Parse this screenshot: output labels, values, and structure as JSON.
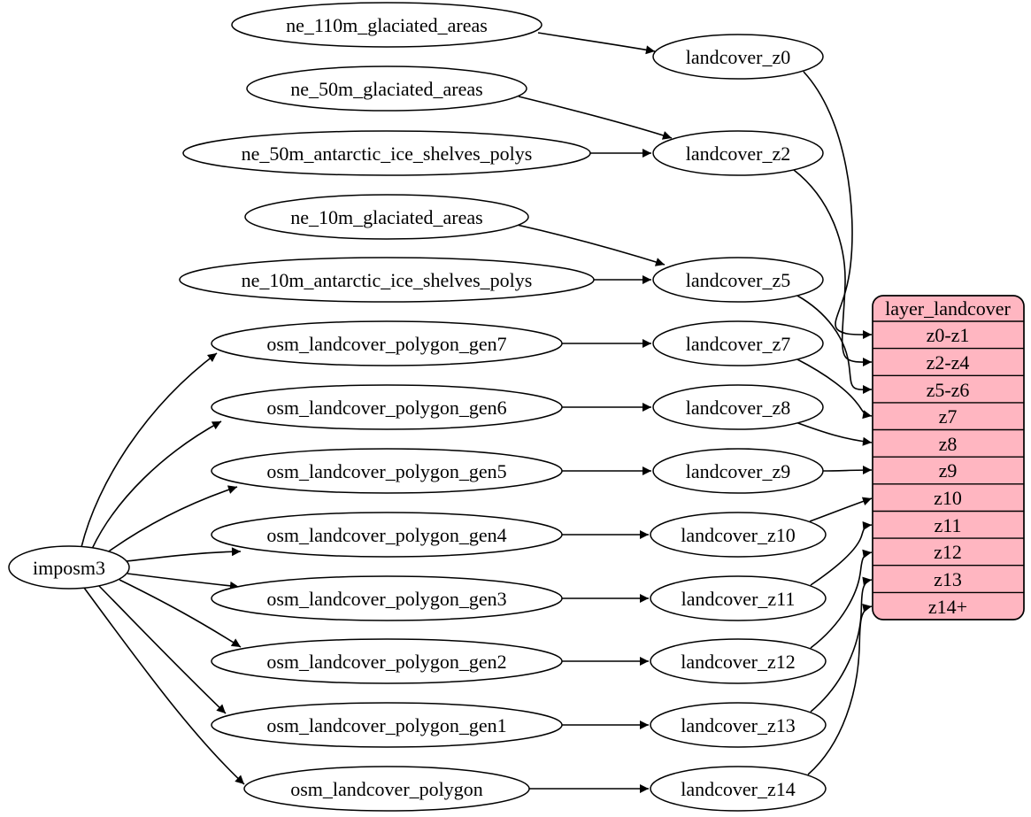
{
  "diagram": {
    "colors": {
      "background": "#ffffff",
      "node_fill": "#ffffff",
      "stroke": "#000000",
      "table_fill": "#ffb6c1"
    },
    "nodes": {
      "imposm3": {
        "label": "imposm3"
      },
      "ne_110m_glaciated_areas": {
        "label": "ne_110m_glaciated_areas"
      },
      "ne_50m_glaciated_areas": {
        "label": "ne_50m_glaciated_areas"
      },
      "ne_50m_antarctic_ice_shelves_polys": {
        "label": "ne_50m_antarctic_ice_shelves_polys"
      },
      "ne_10m_glaciated_areas": {
        "label": "ne_10m_glaciated_areas"
      },
      "ne_10m_antarctic_ice_shelves_polys": {
        "label": "ne_10m_antarctic_ice_shelves_polys"
      },
      "osm_landcover_polygon_gen7": {
        "label": "osm_landcover_polygon_gen7"
      },
      "osm_landcover_polygon_gen6": {
        "label": "osm_landcover_polygon_gen6"
      },
      "osm_landcover_polygon_gen5": {
        "label": "osm_landcover_polygon_gen5"
      },
      "osm_landcover_polygon_gen4": {
        "label": "osm_landcover_polygon_gen4"
      },
      "osm_landcover_polygon_gen3": {
        "label": "osm_landcover_polygon_gen3"
      },
      "osm_landcover_polygon_gen2": {
        "label": "osm_landcover_polygon_gen2"
      },
      "osm_landcover_polygon_gen1": {
        "label": "osm_landcover_polygon_gen1"
      },
      "osm_landcover_polygon": {
        "label": "osm_landcover_polygon"
      },
      "landcover_z0": {
        "label": "landcover_z0"
      },
      "landcover_z2": {
        "label": "landcover_z2"
      },
      "landcover_z5": {
        "label": "landcover_z5"
      },
      "landcover_z7": {
        "label": "landcover_z7"
      },
      "landcover_z8": {
        "label": "landcover_z8"
      },
      "landcover_z9": {
        "label": "landcover_z9"
      },
      "landcover_z10": {
        "label": "landcover_z10"
      },
      "landcover_z11": {
        "label": "landcover_z11"
      },
      "landcover_z12": {
        "label": "landcover_z12"
      },
      "landcover_z13": {
        "label": "landcover_z13"
      },
      "landcover_z14": {
        "label": "landcover_z14"
      }
    },
    "table": {
      "title": "layer_landcover",
      "fill": "#ffb6c1",
      "rows": [
        "z0-z1",
        "z2-z4",
        "z5-z6",
        "z7",
        "z8",
        "z9",
        "z10",
        "z11",
        "z12",
        "z13",
        "z14+"
      ]
    },
    "edges": [
      [
        "imposm3",
        "osm_landcover_polygon_gen7"
      ],
      [
        "imposm3",
        "osm_landcover_polygon_gen6"
      ],
      [
        "imposm3",
        "osm_landcover_polygon_gen5"
      ],
      [
        "imposm3",
        "osm_landcover_polygon_gen4"
      ],
      [
        "imposm3",
        "osm_landcover_polygon_gen3"
      ],
      [
        "imposm3",
        "osm_landcover_polygon_gen2"
      ],
      [
        "imposm3",
        "osm_landcover_polygon_gen1"
      ],
      [
        "imposm3",
        "osm_landcover_polygon"
      ],
      [
        "ne_110m_glaciated_areas",
        "landcover_z0"
      ],
      [
        "ne_50m_glaciated_areas",
        "landcover_z2"
      ],
      [
        "ne_50m_antarctic_ice_shelves_polys",
        "landcover_z2"
      ],
      [
        "ne_10m_glaciated_areas",
        "landcover_z5"
      ],
      [
        "ne_10m_antarctic_ice_shelves_polys",
        "landcover_z5"
      ],
      [
        "osm_landcover_polygon_gen7",
        "landcover_z7"
      ],
      [
        "osm_landcover_polygon_gen6",
        "landcover_z8"
      ],
      [
        "osm_landcover_polygon_gen5",
        "landcover_z9"
      ],
      [
        "osm_landcover_polygon_gen4",
        "landcover_z10"
      ],
      [
        "osm_landcover_polygon_gen3",
        "landcover_z11"
      ],
      [
        "osm_landcover_polygon_gen2",
        "landcover_z12"
      ],
      [
        "osm_landcover_polygon_gen1",
        "landcover_z13"
      ],
      [
        "osm_landcover_polygon",
        "landcover_z14"
      ],
      [
        "landcover_z0",
        "layer_landcover:z0-z1"
      ],
      [
        "landcover_z2",
        "layer_landcover:z2-z4"
      ],
      [
        "landcover_z5",
        "layer_landcover:z5-z6"
      ],
      [
        "landcover_z7",
        "layer_landcover:z7"
      ],
      [
        "landcover_z8",
        "layer_landcover:z8"
      ],
      [
        "landcover_z9",
        "layer_landcover:z9"
      ],
      [
        "landcover_z10",
        "layer_landcover:z10"
      ],
      [
        "landcover_z11",
        "layer_landcover:z11"
      ],
      [
        "landcover_z12",
        "layer_landcover:z12"
      ],
      [
        "landcover_z13",
        "layer_landcover:z13"
      ],
      [
        "landcover_z14",
        "layer_landcover:z14+"
      ]
    ]
  }
}
